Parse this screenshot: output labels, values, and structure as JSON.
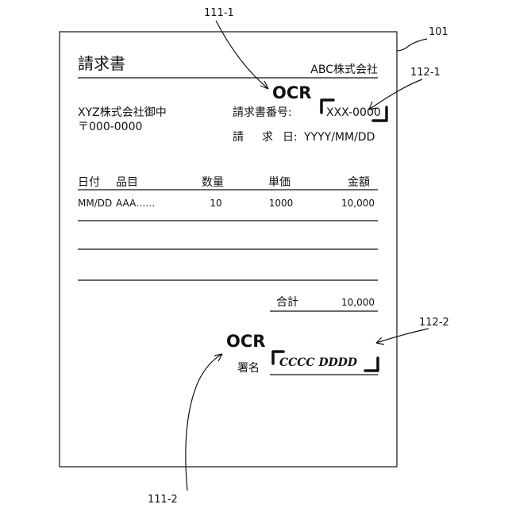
{
  "labels": {
    "doc_ref": "101",
    "ocr_ref_1": "111-1",
    "ocr_ref_2": "111-2",
    "field_ref_1": "112-1",
    "field_ref_2": "112-2"
  },
  "invoice": {
    "title": "請求書",
    "issuer": "ABC株式会社",
    "recipient": "XYZ株式会社御中",
    "postal": "〒000-0000",
    "number_label": "請求書番号:",
    "number_value": "XXX-0000",
    "date_label_1": "請",
    "date_label_2": "求",
    "date_label_3": "日:",
    "date_value": "YYYY/MM/DD",
    "columns": [
      "日付",
      "品目",
      "数量",
      "単価",
      "金額"
    ],
    "rows": [
      [
        "MM/DD",
        "AAA……",
        "10",
        "1000",
        "10,000"
      ]
    ],
    "total_label": "合計",
    "total_value": "10,000",
    "signature_label": "署名",
    "signature_value": "CCCC DDDD"
  },
  "ocr": {
    "tag_1": "OCR",
    "tag_2": "OCR"
  }
}
